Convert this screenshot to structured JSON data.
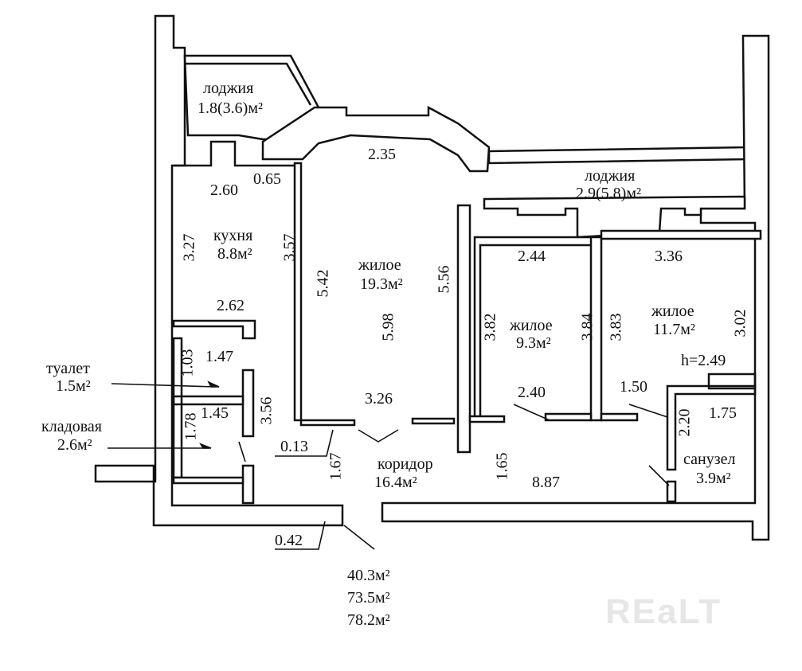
{
  "rooms": {
    "loggia_left": {
      "name": "лоджия",
      "area": "1.8(3.6)м²"
    },
    "loggia_right": {
      "name": "лоджия",
      "area": "2.9(5.8)м²"
    },
    "kitchen": {
      "name": "кухня",
      "area": "8.8м²"
    },
    "living_big": {
      "name": "жилое",
      "area": "19.3м²"
    },
    "living_mid": {
      "name": "жилое",
      "area": "9.3м²"
    },
    "living_right": {
      "name": "жилое",
      "area": "11.7м²"
    },
    "toilet": {
      "name": "туалет",
      "area": "1.5м²"
    },
    "storage": {
      "name": "кладовая",
      "area": "2.6м²"
    },
    "corridor": {
      "name": "коридор",
      "area": "16.4м²"
    },
    "bathroom": {
      "name": "санузел",
      "area": "3.9м²"
    }
  },
  "dimensions": {
    "d235": "2.35",
    "d260": "2.60",
    "d065": "0.65",
    "d327": "3.27",
    "d357": "3.57",
    "d542": "5.42",
    "d556": "5.56",
    "d598": "5.98",
    "d262": "2.62",
    "d103": "1.03",
    "d147": "1.47",
    "d356": "3.56",
    "d178": "1.78",
    "d145": "1.45",
    "d013": "0.13",
    "d167": "1.67",
    "d326": "3.26",
    "d244": "2.44",
    "d382": "3.82",
    "d384": "3.84",
    "d240": "2.40",
    "d165": "1.65",
    "d887": "8.87",
    "d336": "3.36",
    "d383": "3.83",
    "d302": "3.02",
    "d150": "1.50",
    "d220": "2.20",
    "d175": "1.75",
    "d042": "0.42",
    "ceiling": "h=2.49"
  },
  "totals": {
    "living": "40.3м²",
    "total": "73.5м²",
    "total_with_loggias": "78.2м²"
  },
  "watermark": "REaLT"
}
